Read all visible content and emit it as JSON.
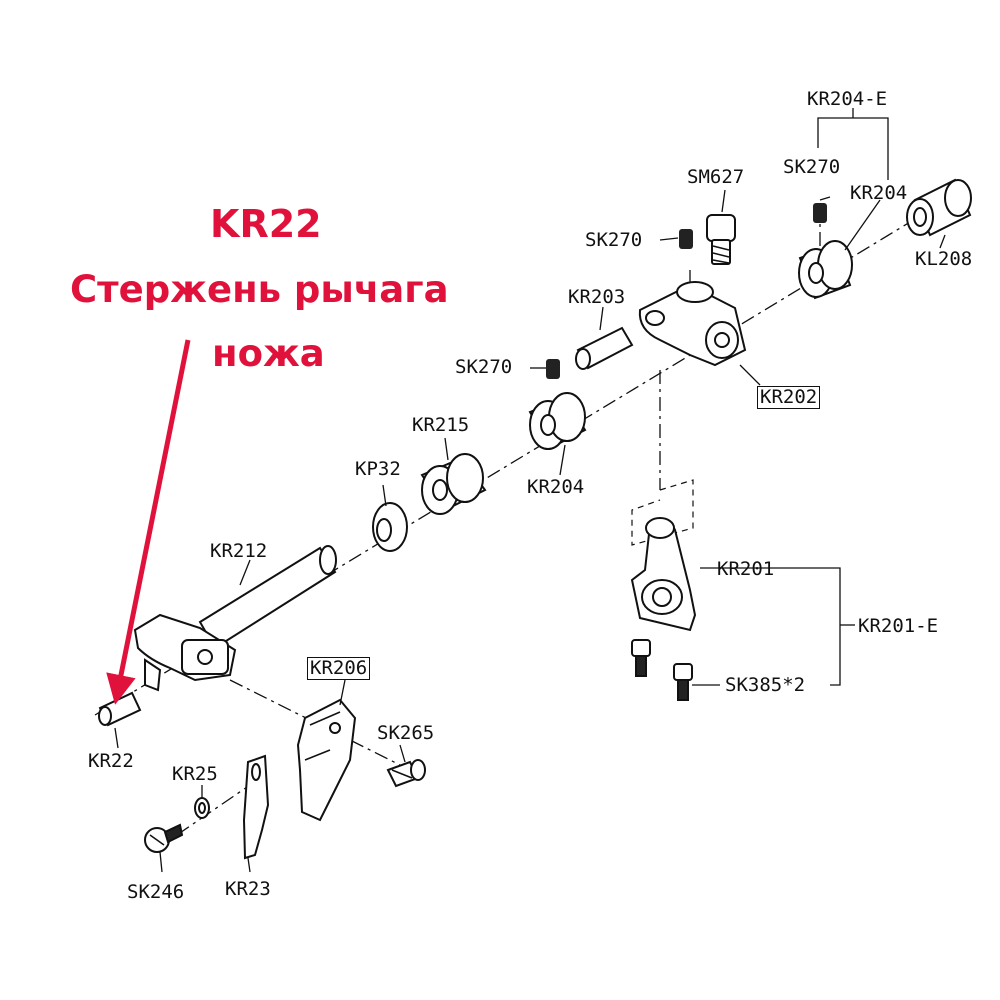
{
  "annotation": {
    "code": "KR22",
    "name_line1": "Стержень рычага",
    "name_line2": "ножа",
    "color": "#e0123c"
  },
  "part_labels": {
    "kr204_e": "KR204-E",
    "sk270_top": "SK270",
    "sm627": "SM627",
    "kr204_top": "KR204",
    "sk270_mid": "SK270",
    "kl208": "KL208",
    "kr203": "KR203",
    "sk270_low": "SK270",
    "kr202": "KR202",
    "kr215": "KR215",
    "kp32": "KP32",
    "kr204_mid": "KR204",
    "kr212": "KR212",
    "kr201": "KR201",
    "kr201_e": "KR201-E",
    "kr206": "KR206",
    "sk385": "SK385*2",
    "sk265": "SK265",
    "kr22": "KR22",
    "kr25": "KR25",
    "sk246": "SK246",
    "kr23": "KR23"
  },
  "colors": {
    "line": "#111111",
    "part_fill": "#ffffff",
    "accent": "#e0123c"
  }
}
